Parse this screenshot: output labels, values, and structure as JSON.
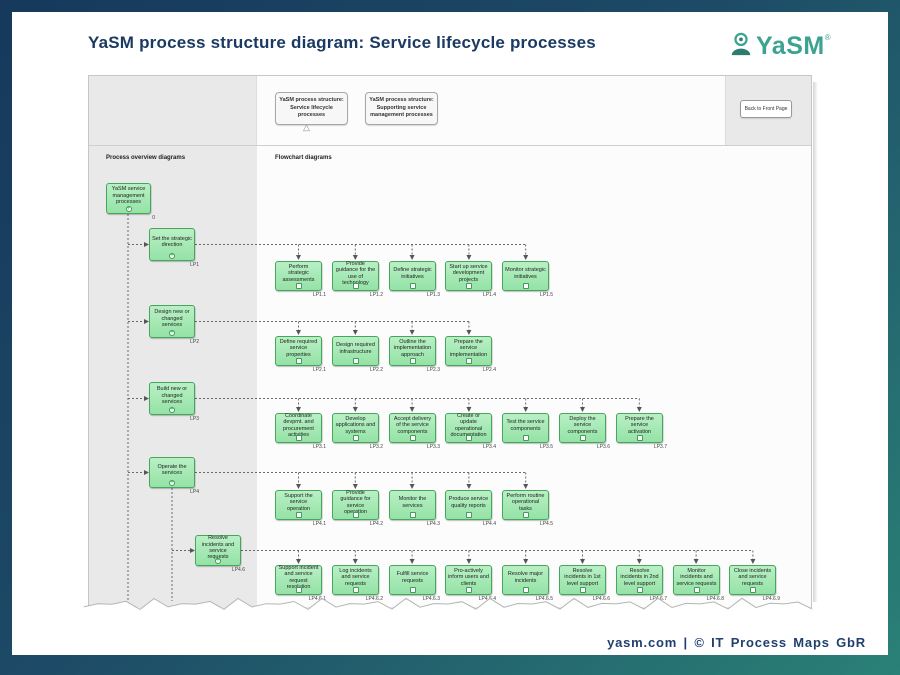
{
  "page": {
    "title": "YaSM process structure diagram: Service lifecycle processes",
    "footer": "yasm.com | © IT Process Maps GbR"
  },
  "brand": {
    "name": "YaSM",
    "reg": "®"
  },
  "toolbar": {
    "back_button": "Back to Front Page"
  },
  "tabs": [
    {
      "label": "YaSM process structure: Service lifecycle processes",
      "active": true
    },
    {
      "label": "YaSM process structure: Supporting service management processes",
      "active": false
    }
  ],
  "sections": {
    "overview": "Process overview diagrams",
    "flowcharts": "Flowchart diagrams"
  },
  "icons": {
    "expand": "+",
    "current_tab_marker": "△"
  },
  "colors": {
    "box_fill": "#a6eab6",
    "box_border": "#46a65e",
    "navy": "#1b3a63",
    "teal": "#3ba390",
    "panel_gray": "#e9e9e9",
    "connector": "#6a6a6a"
  },
  "overview_boxes": [
    {
      "label": "YaSM service management processes",
      "code": "0"
    },
    {
      "label": "Set the strategic direction",
      "code": "LP1"
    },
    {
      "label": "Design new or changed services",
      "code": "LP2"
    },
    {
      "label": "Build new or changed services",
      "code": "LP3"
    },
    {
      "label": "Operate the services",
      "code": "LP4"
    },
    {
      "label": "Resolve incidents and service requests",
      "code": "LP4.6"
    }
  ],
  "rows": [
    {
      "source": "LP1",
      "boxes": [
        {
          "label": "Perform strategic assessments",
          "code": "LP1.1"
        },
        {
          "label": "Provide guidance for the use of technology",
          "code": "LP1.2"
        },
        {
          "label": "Define strategic initiatives",
          "code": "LP1.3"
        },
        {
          "label": "Start up service development projects",
          "code": "LP1.4"
        },
        {
          "label": "Monitor strategic initiatives",
          "code": "LP1.5"
        }
      ]
    },
    {
      "source": "LP2",
      "boxes": [
        {
          "label": "Define required service properties",
          "code": "LP2.1"
        },
        {
          "label": "Design required infrastructure",
          "code": "LP2.2"
        },
        {
          "label": "Outline the implementation approach",
          "code": "LP2.3"
        },
        {
          "label": "Prepare the service implementation",
          "code": "LP2.4"
        }
      ]
    },
    {
      "source": "LP3",
      "boxes": [
        {
          "label": "Coordinate devpmt. and procurement activities",
          "code": "LP3.1"
        },
        {
          "label": "Develop applications and systems",
          "code": "LP3.2"
        },
        {
          "label": "Accept delivery of the service components",
          "code": "LP3.3"
        },
        {
          "label": "Create or update operational documentation",
          "code": "LP3.4"
        },
        {
          "label": "Test the service components",
          "code": "LP3.5"
        },
        {
          "label": "Deploy the service components",
          "code": "LP3.6"
        },
        {
          "label": "Prepare the service activation",
          "code": "LP3.7"
        }
      ]
    },
    {
      "source": "LP4",
      "boxes": [
        {
          "label": "Support the service operation",
          "code": "LP4.1"
        },
        {
          "label": "Provide guidance for service operation",
          "code": "LP4.2"
        },
        {
          "label": "Monitor the services",
          "code": "LP4.3"
        },
        {
          "label": "Produce service quality reports",
          "code": "LP4.4"
        },
        {
          "label": "Perform routine operational tasks",
          "code": "LP4.5"
        }
      ]
    },
    {
      "source": "LP4.6",
      "boxes": [
        {
          "label": "Support incident and service request resolution",
          "code": "LP4.6.1"
        },
        {
          "label": "Log incidents and service requests",
          "code": "LP4.6.2"
        },
        {
          "label": "Fulfill service requests",
          "code": "LP4.6.3"
        },
        {
          "label": "Pro-actively inform users and clients",
          "code": "LP4.6.4"
        },
        {
          "label": "Resolve major incidents",
          "code": "LP4.6.5"
        },
        {
          "label": "Resolve incidents in 1st level support",
          "code": "LP4.6.6"
        },
        {
          "label": "Resolve incidents in 2nd level support",
          "code": "LP4.6.7"
        },
        {
          "label": "Monitor incidents and service requests",
          "code": "LP4.6.8"
        },
        {
          "label": "Close incidents and service requests",
          "code": "LP4.6.9"
        }
      ]
    }
  ]
}
